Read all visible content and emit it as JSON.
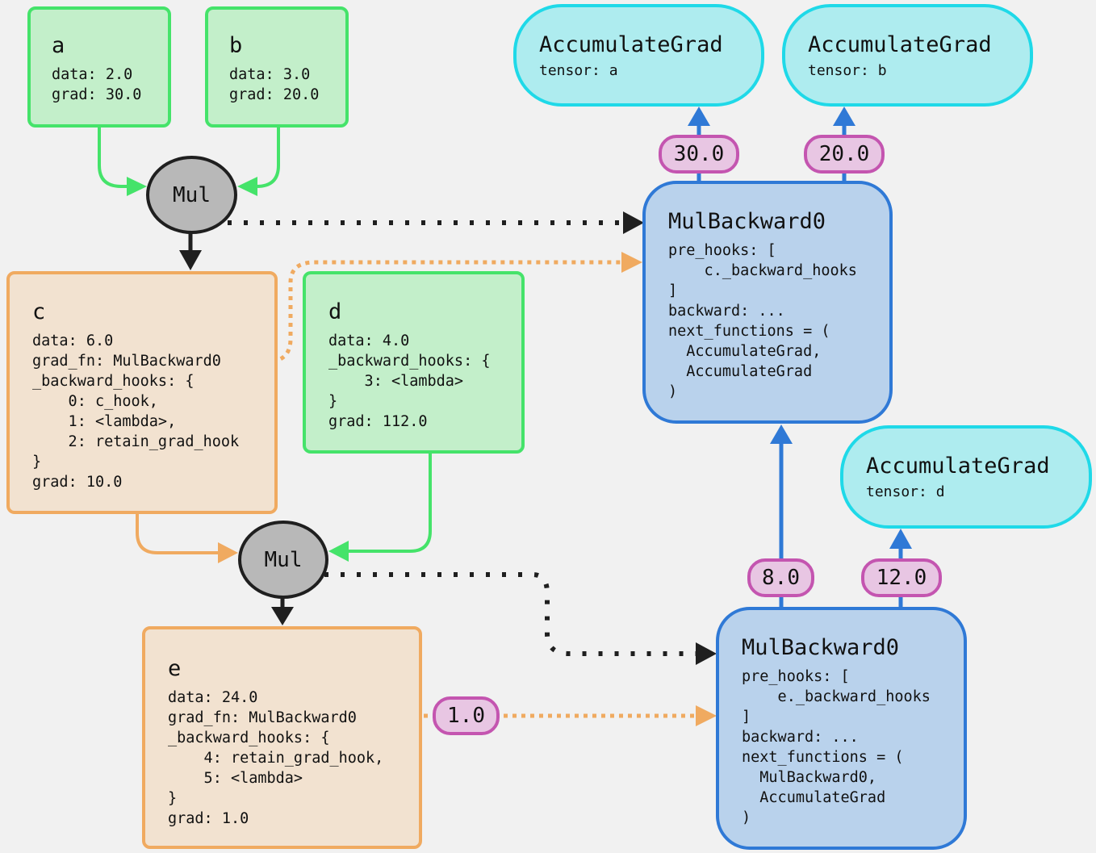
{
  "colors": {
    "background": "#f1f1f1",
    "leaf_tensor_fill": "#c3efca",
    "leaf_tensor_border": "#45e36a",
    "nonleaf_tensor_fill": "#f2e2d0",
    "nonleaf_tensor_border": "#f0aa60",
    "grad_fn_fill": "#b9d2ec",
    "grad_fn_border": "#2f79d6",
    "accumulate_fill": "#aeecef",
    "accumulate_border": "#1fd9e8",
    "op_fill": "#b8b8b8",
    "op_border": "#1f1f1f",
    "grad_badge_fill": "#e8c6e3",
    "grad_badge_border": "#c455b0"
  },
  "tensors": {
    "a": {
      "name": "a",
      "lines": [
        "data: 2.0",
        "grad: 30.0"
      ]
    },
    "b": {
      "name": "b",
      "lines": [
        "data: 3.0",
        "grad: 20.0"
      ]
    },
    "c": {
      "name": "c",
      "lines": [
        "data: 6.0",
        "grad_fn: MulBackward0",
        "_backward_hooks: {",
        "    0: c_hook,",
        "    1: <lambda>,",
        "    2: retain_grad_hook",
        "}",
        "grad: 10.0"
      ]
    },
    "d": {
      "name": "d",
      "lines": [
        "data: 4.0",
        "_backward_hooks: {",
        "    3: <lambda>",
        "}",
        "grad: 112.0"
      ]
    },
    "e": {
      "name": "e",
      "lines": [
        "data: 24.0",
        "grad_fn: MulBackward0",
        "_backward_hooks: {",
        "    4: retain_grad_hook,",
        "    5: <lambda>",
        "}",
        "grad: 1.0"
      ]
    }
  },
  "ops": {
    "mul1": {
      "label": "Mul"
    },
    "mul2": {
      "label": "Mul"
    }
  },
  "grad_fns": {
    "mulbackward_top": {
      "title": "MulBackward0",
      "lines": [
        "pre_hooks: [",
        "    c._backward_hooks",
        "]",
        "backward: ...",
        "next_functions = (",
        "  AccumulateGrad,",
        "  AccumulateGrad",
        ")"
      ]
    },
    "mulbackward_bottom": {
      "title": "MulBackward0",
      "lines": [
        "pre_hooks: [",
        "    e._backward_hooks",
        "]",
        "backward: ...",
        "next_functions = (",
        "  MulBackward0,",
        "  AccumulateGrad",
        ")"
      ]
    }
  },
  "accumulate_grads": {
    "a": {
      "title": "AccumulateGrad",
      "tensor": "tensor: a"
    },
    "b": {
      "title": "AccumulateGrad",
      "tensor": "tensor: b"
    },
    "d": {
      "title": "AccumulateGrad",
      "tensor": "tensor: d"
    }
  },
  "grad_badges": {
    "to_acc_a": "30.0",
    "to_acc_b": "20.0",
    "to_mulbackward_top": "8.0",
    "to_acc_d": "12.0",
    "e_to_mulbackward_bottom": "1.0"
  }
}
